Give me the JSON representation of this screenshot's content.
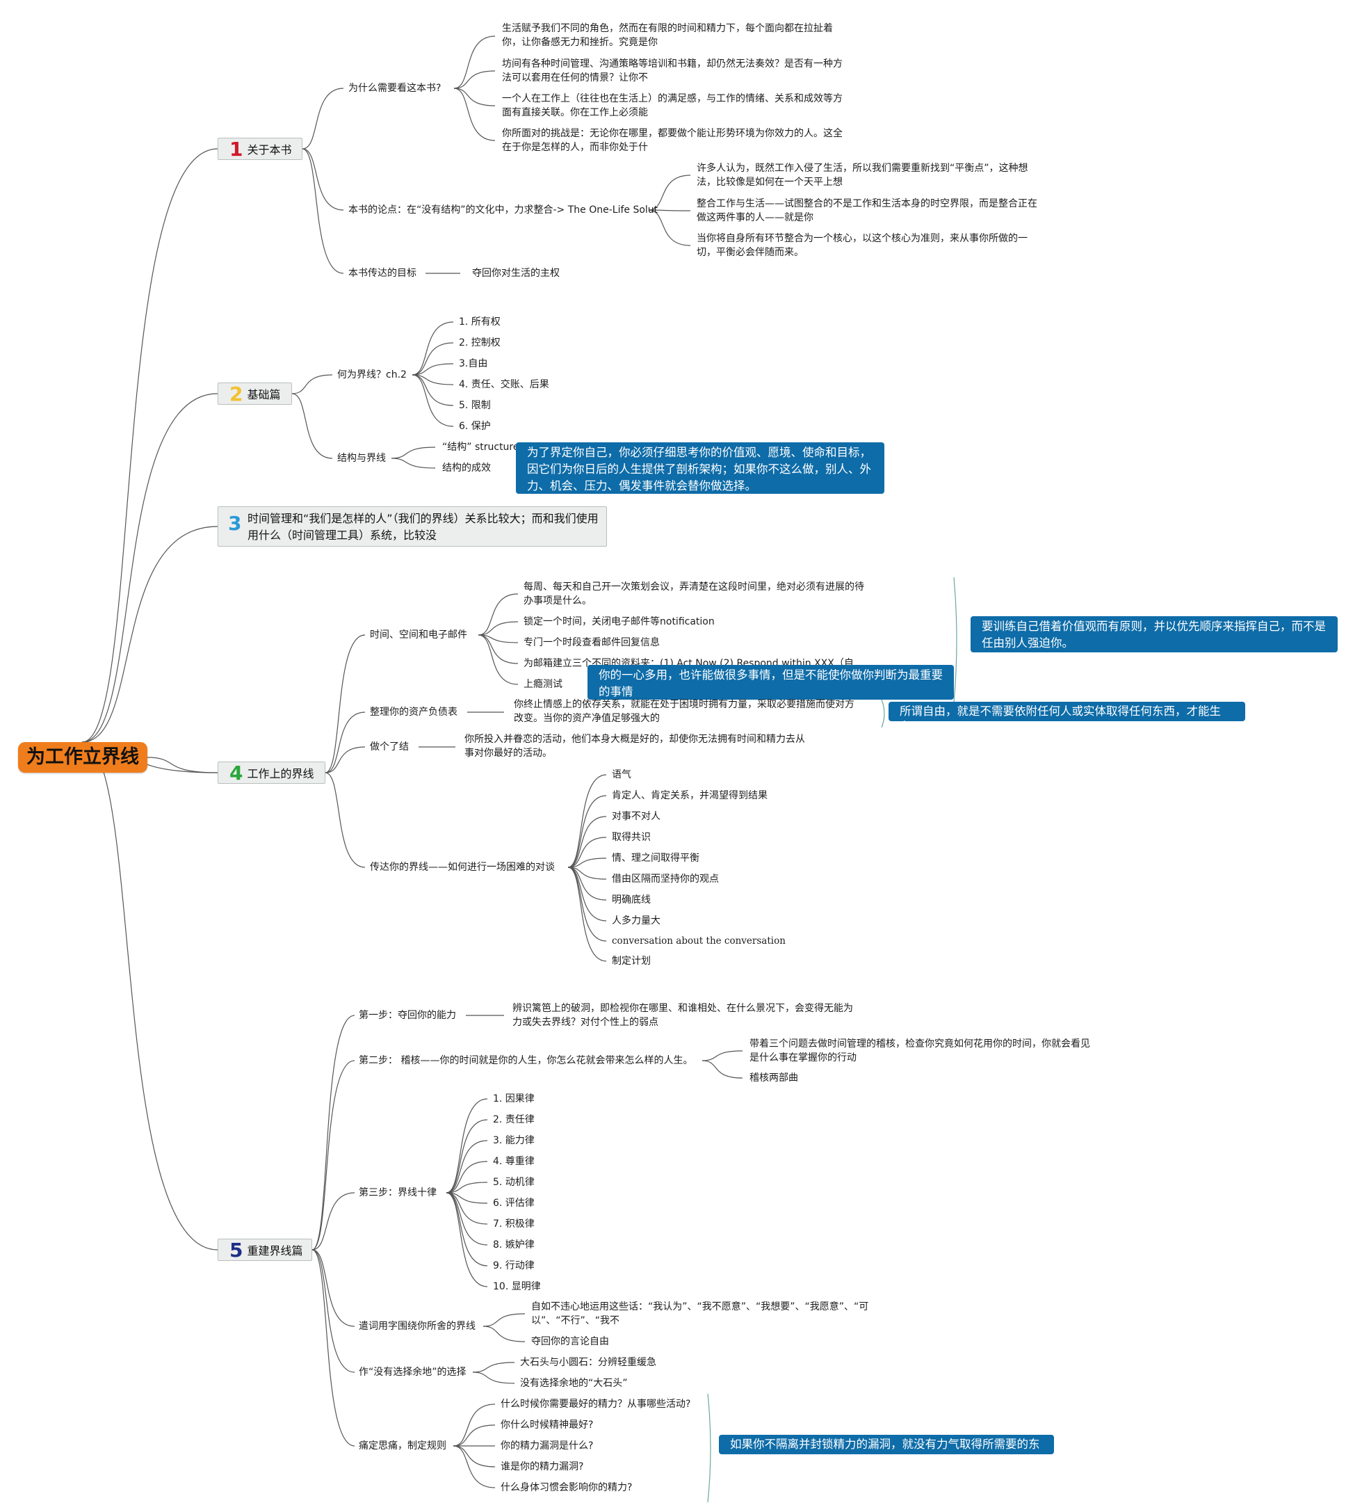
{
  "root": {
    "label": "为工作立界线"
  },
  "colors": {
    "root": "#f07d1b",
    "n1": "#d0182a",
    "n2": "#f2c12e",
    "n3": "#2b9ad6",
    "n4": "#2aa63b",
    "n5": "#1e2f87",
    "callout": "#0e6ca8",
    "line": "#555555"
  },
  "sec1": {
    "num": "1",
    "label": "关于本书",
    "why": {
      "label": "为什么需要看这本书?",
      "items": [
        "生活赋予我们不同的角色，然而在有限的时间和精力下，每个面向都在拉扯着你，让你备感无力和挫折。究竟是你",
        "坊间有各种时间管理、沟通策略等培训和书籍，却仍然无法奏效？是否有一种方法可以套用在任何的情景？让你不",
        "一个人在工作上（往往也在生活上）的满足感，与工作的情绪、关系和成效等方面有直接关联。你在工作上必须能",
        "你所面对的挑战是：无论你在哪里，都要做个能让形势环境为你效力的人。这全在于你是怎样的人，而非你处于什"
      ]
    },
    "thesis": {
      "label": "本书的论点：在“没有结构”的文化中，力求整合-> The One-Life Solut",
      "items": [
        "许多人认为，既然工作入侵了生活，所以我们需要重新找到“平衡点”，这种想法，比较像是如何在一个天平上想",
        "整合工作与生活——试图整合的不是工作和生活本身的时空界限，而是整合正在做这两件事的人——就是你",
        "当你将自身所有环节整合为一个核心，以这个核心为准则，来从事你所做的一切，平衡必会伴随而来。"
      ]
    },
    "goal": {
      "label": "本书传达的目标",
      "value": "夺回你对生活的主权"
    }
  },
  "sec2": {
    "num": "2",
    "label": "基础篇",
    "what": {
      "label": "何为界线？ch.2",
      "items": [
        "1. 所有权",
        "2. 控制权",
        "3.自由",
        "4. 责任、交账、后果",
        "5. 限制",
        "6. 保护"
      ]
    },
    "struct": {
      "label": "结构与界线",
      "items": [
        "“结构” structure",
        "结构的成效"
      ],
      "callout": "为了界定你自己，你必须仔细思考你的价值观、愿境、使命和目标，因它们为你日后的人生提供了剖析架构；如果你不这么做，别人、外力、机会、压力、偶发事件就会替你做选择。"
    }
  },
  "sec3": {
    "num": "3",
    "label": "时间管理和“我们是怎样的人”（我们的界线）关系比较大；而和我们使用用什么（时间管理工具）系统，比较没"
  },
  "sec4": {
    "num": "4",
    "label": "工作上的界线",
    "time": {
      "label": "时间、空间和电子邮件",
      "items": [
        "每周、每天和自己开一次策划会议，弄清楚在这段时间里，绝对必须有进展的待办事项是什么。",
        "锁定一个时间，关闭电子邮件等notification",
        "专门一个时段查看邮件回复信息",
        "为邮箱建立三个不同的资料夹：(1) Act Now (2) Respond within XXX（自",
        "上瘾测试"
      ],
      "callout_addiction": "你的一心多用，也许能做很多事情，但是不能使你做你判断为最重要的事情",
      "callout_group": "要训练自己借着价值观而有原则，并以优先顺序来指挥自己，而不是任由别人强迫你。"
    },
    "assets": {
      "label": "整理你的资产负债表",
      "value": "你终止情感上的依存关系，就能在处于困境时拥有力量，采取必要措施而使对方改变。当你的资产净值足够强大的",
      "callout": "所谓自由，就是不需要依附任何人或实体取得任何东西，才能生存。"
    },
    "close": {
      "label": "做个了结",
      "value": "你所投入并眷恋的活动，他们本身大概是好的，却使你无法拥有时间和精力去从事对你最好的活动。"
    },
    "convey": {
      "label": "传达你的界线——如何进行一场困难的对谈",
      "items": [
        "语气",
        "肯定人、肯定关系，并渴望得到结果",
        "对事不对人",
        "取得共识",
        "情、理之间取得平衡",
        "借由区隔而坚持你的观点",
        "明确底线",
        "人多力量大",
        "conversation about the conversation",
        "制定计划"
      ]
    }
  },
  "sec5": {
    "num": "5",
    "label": "重建界线篇",
    "step1": {
      "label": "第一步：夺回你的能力",
      "value": "辨识篱笆上的破洞，即检视你在哪里、和谁相处、在什么景况下，会变得无能为力或失去界线？对付个性上的弱点"
    },
    "step2": {
      "label": "第二步： 稽核——你的时间就是你的人生，你怎么花就会带来怎么样的人生。",
      "items": [
        "带着三个问题去做时间管理的稽核，检查你究竟如何花用你的时间，你就会看见是什么事在掌握你的行动",
        "稽核两部曲"
      ]
    },
    "step3": {
      "label": "第三步：界线十律",
      "items": [
        "1. 因果律",
        "2. 责任律",
        "3. 能力律",
        "4. 尊重律",
        "5. 动机律",
        "6. 评估律",
        "7. 积极律",
        "8. 嫉妒律",
        "9. 行动律",
        "10. 显明律"
      ]
    },
    "words": {
      "label": "遣词用字围绕你所舍的界线",
      "items": [
        "自如不违心地运用这些话：“我认为”、“我不愿意”、“我想要”、“我愿意”、“可以”、“不行”、“我不",
        "夺回你的言论自由"
      ]
    },
    "nochoice": {
      "label": "作“没有选择余地”的选择",
      "items": [
        "大石头与小圆石：分辨轻重缓急",
        "没有选择余地的“大石头”"
      ]
    },
    "pain": {
      "label": "痛定思痛，制定规则",
      "items": [
        "什么时候你需要最好的精力？从事哪些活动?",
        "你什么时候精神最好?",
        "你的精力漏洞是什么?",
        "谁是你的精力漏洞?",
        "什么身体习惯会影响你的精力?"
      ],
      "callout": "如果你不隔离并封锁精力的漏洞，就没有力气取得所需要的东西"
    }
  }
}
